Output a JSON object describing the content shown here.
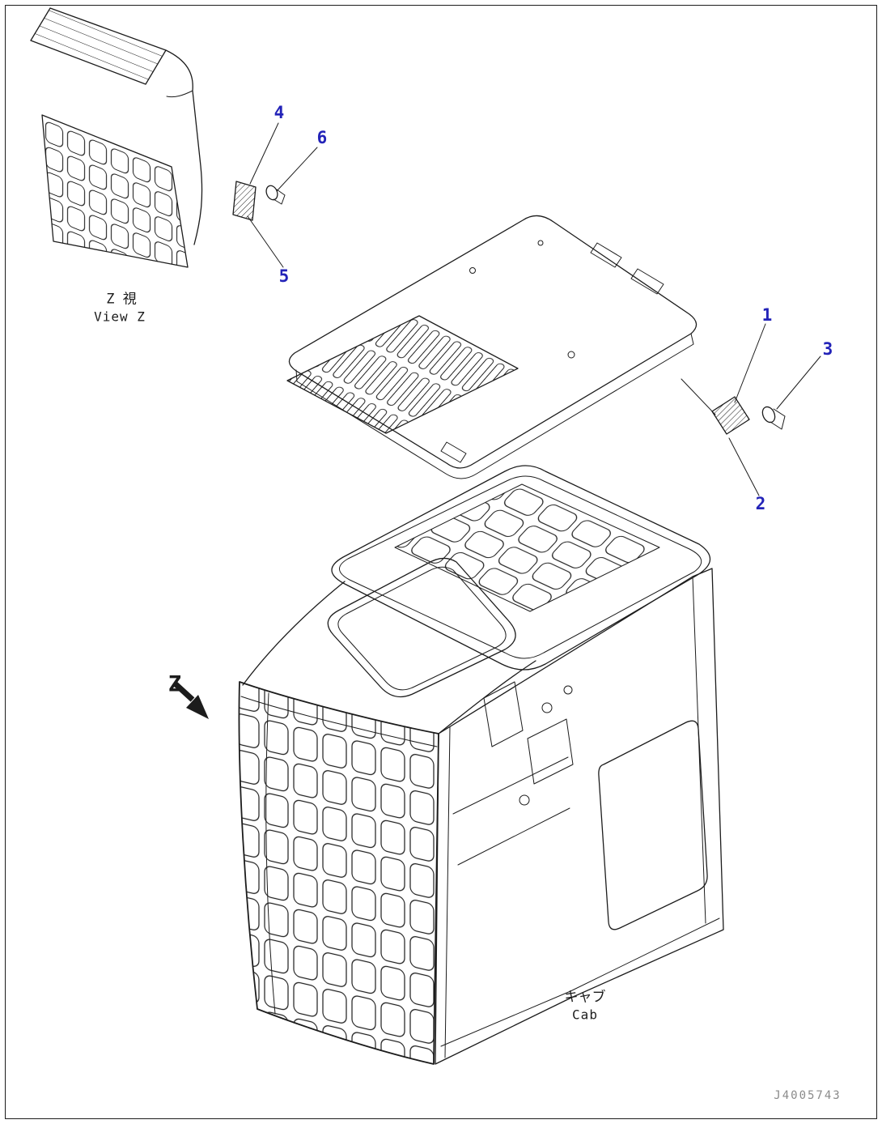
{
  "colors": {
    "callout": "#2323b8",
    "line": "#1c1c1c",
    "muted_text": "#8a8a8a",
    "background": "#ffffff"
  },
  "view_z": {
    "label_jp": "Z 視",
    "label_en": "View Z"
  },
  "direction": {
    "label": "Z"
  },
  "cab": {
    "label_jp": "キャブ",
    "label_en": "Cab"
  },
  "callouts": [
    {
      "label": "1"
    },
    {
      "label": "2"
    },
    {
      "label": "3"
    },
    {
      "label": "4"
    },
    {
      "label": "5"
    },
    {
      "label": "6"
    }
  ],
  "footer": {
    "drawing_number": "J4005743"
  }
}
